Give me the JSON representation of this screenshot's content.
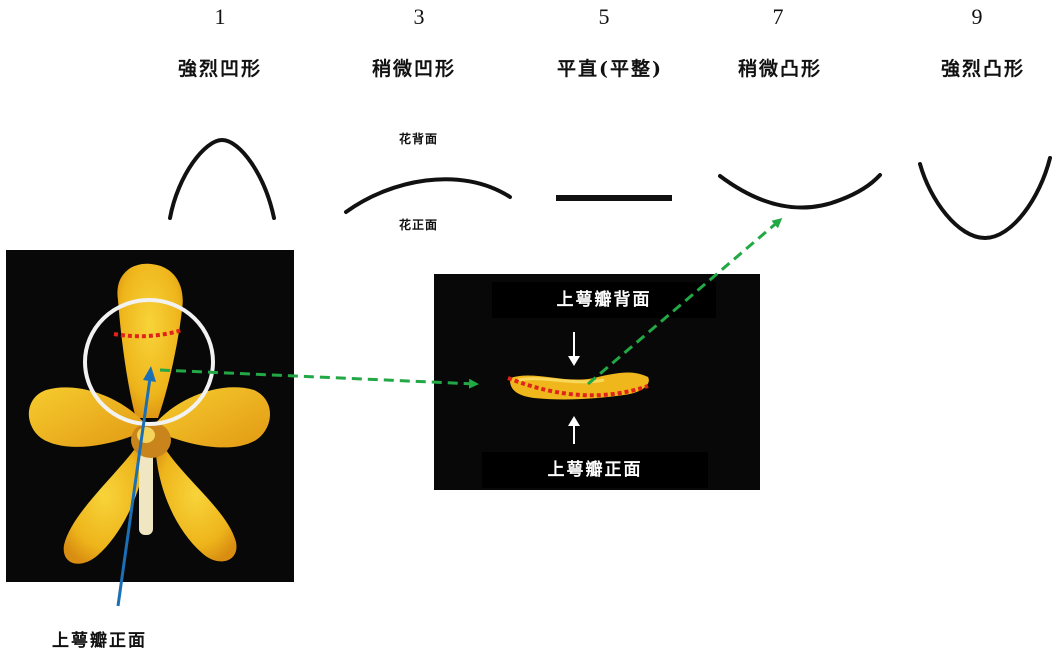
{
  "scale": [
    {
      "number": "1",
      "label": "強烈凹形"
    },
    {
      "number": "3",
      "label": "稍微凹形"
    },
    {
      "number": "5",
      "label": "平直(平整)"
    },
    {
      "number": "7",
      "label": "稍微凸形"
    },
    {
      "number": "9",
      "label": "強烈凸形"
    }
  ],
  "curve_labels": {
    "back": "花背面",
    "front": "花正面"
  },
  "sepal_photo": {
    "top_label": "上萼瓣背面",
    "bottom_label": "上萼瓣正面"
  },
  "flower_photo": {
    "pointer_label": "上萼瓣正面"
  },
  "colors": {
    "arrow_green": "#22a845",
    "pointer_blue": "#1b6fb5",
    "cut_line_red": "#e0241b",
    "petal_yellow": "#f2c01c"
  }
}
